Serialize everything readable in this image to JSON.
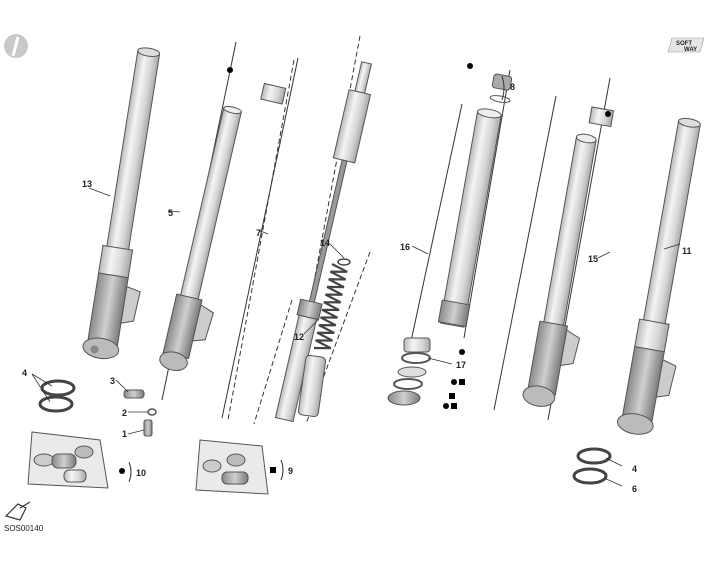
{
  "diagram": {
    "code": "SOS00140",
    "logo_text": [
      "SOFT",
      "WAY"
    ],
    "callouts": [
      {
        "id": "c1",
        "label": "1"
      },
      {
        "id": "c2",
        "label": "2"
      },
      {
        "id": "c3",
        "label": "3"
      },
      {
        "id": "c4a",
        "label": "4"
      },
      {
        "id": "c4b",
        "label": "4"
      },
      {
        "id": "c5",
        "label": "5"
      },
      {
        "id": "c6",
        "label": "6"
      },
      {
        "id": "c7",
        "label": "7"
      },
      {
        "id": "c8",
        "label": "8"
      },
      {
        "id": "c9",
        "label": "9"
      },
      {
        "id": "c10",
        "label": "10"
      },
      {
        "id": "c11",
        "label": "11"
      },
      {
        "id": "c12",
        "label": "12"
      },
      {
        "id": "c13",
        "label": "13"
      },
      {
        "id": "c14",
        "label": "14"
      },
      {
        "id": "c15",
        "label": "15"
      },
      {
        "id": "c16",
        "label": "16"
      },
      {
        "id": "c17",
        "label": "17"
      }
    ]
  }
}
